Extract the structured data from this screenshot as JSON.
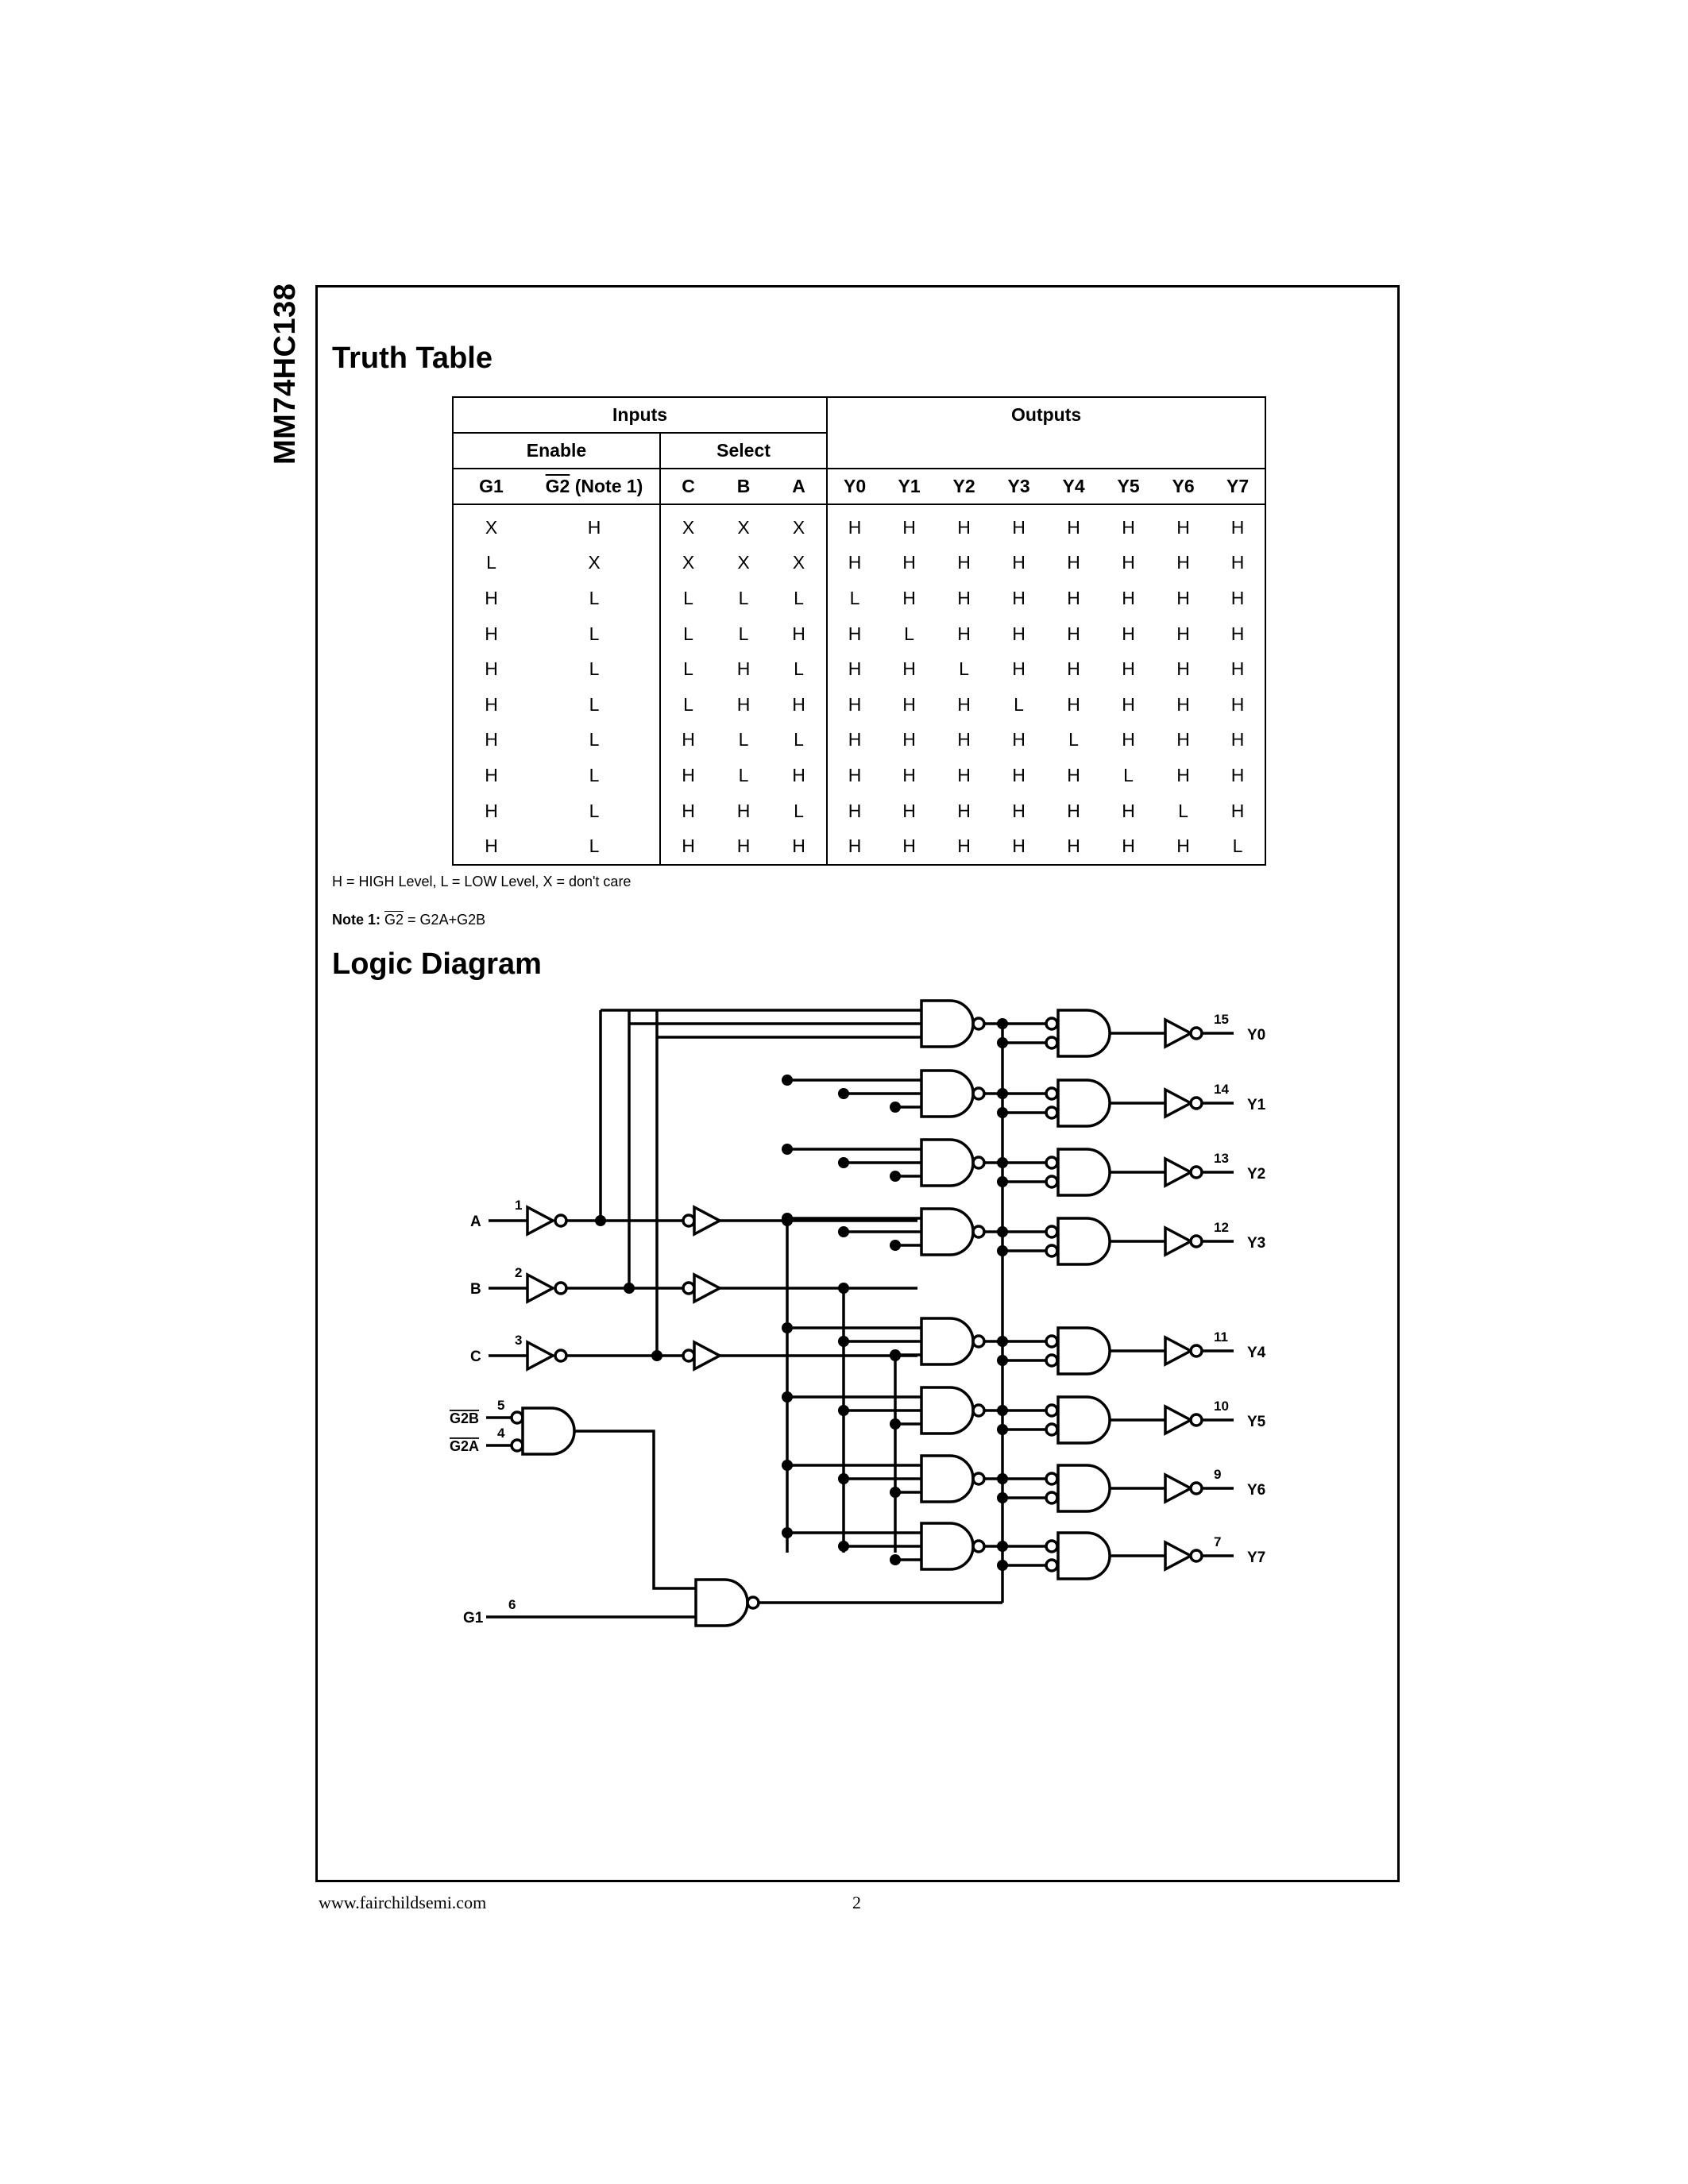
{
  "document": {
    "part_number": "MM74HC138",
    "footer_url": "www.fairchildsemi.com",
    "page_number": "2"
  },
  "truth_table": {
    "title": "Truth Table",
    "group_inputs": "Inputs",
    "group_outputs": "Outputs",
    "subgroup_enable": "Enable",
    "subgroup_select": "Select",
    "col_g1": "G1",
    "col_g2_main": "G2",
    "col_g2_suffix": " (Note 1)",
    "col_c": "C",
    "col_b": "B",
    "col_a": "A",
    "outputs": [
      "Y0",
      "Y1",
      "Y2",
      "Y3",
      "Y4",
      "Y5",
      "Y6",
      "Y7"
    ],
    "rows": [
      [
        "X",
        "H",
        "X",
        "X",
        "X",
        "H",
        "H",
        "H",
        "H",
        "H",
        "H",
        "H",
        "H"
      ],
      [
        "L",
        "X",
        "X",
        "X",
        "X",
        "H",
        "H",
        "H",
        "H",
        "H",
        "H",
        "H",
        "H"
      ],
      [
        "H",
        "L",
        "L",
        "L",
        "L",
        "L",
        "H",
        "H",
        "H",
        "H",
        "H",
        "H",
        "H"
      ],
      [
        "H",
        "L",
        "L",
        "L",
        "H",
        "H",
        "L",
        "H",
        "H",
        "H",
        "H",
        "H",
        "H"
      ],
      [
        "H",
        "L",
        "L",
        "H",
        "L",
        "H",
        "H",
        "L",
        "H",
        "H",
        "H",
        "H",
        "H"
      ],
      [
        "H",
        "L",
        "L",
        "H",
        "H",
        "H",
        "H",
        "H",
        "L",
        "H",
        "H",
        "H",
        "H"
      ],
      [
        "H",
        "L",
        "H",
        "L",
        "L",
        "H",
        "H",
        "H",
        "H",
        "L",
        "H",
        "H",
        "H"
      ],
      [
        "H",
        "L",
        "H",
        "L",
        "H",
        "H",
        "H",
        "H",
        "H",
        "H",
        "L",
        "H",
        "H"
      ],
      [
        "H",
        "L",
        "H",
        "H",
        "L",
        "H",
        "H",
        "H",
        "H",
        "H",
        "H",
        "L",
        "H"
      ],
      [
        "H",
        "L",
        "H",
        "H",
        "H",
        "H",
        "H",
        "H",
        "H",
        "H",
        "H",
        "H",
        "L"
      ]
    ],
    "legend": "H = HIGH Level, L = LOW Level, X = don't care",
    "note_label": "Note 1:",
    "note_g2": "G2",
    "note_text": " = G2A+G2B"
  },
  "logic_diagram": {
    "title": "Logic Diagram",
    "inputs": [
      {
        "name": "A",
        "pin": "1"
      },
      {
        "name": "B",
        "pin": "2"
      },
      {
        "name": "C",
        "pin": "3"
      }
    ],
    "enables": [
      {
        "name": "G2B",
        "pin": "5"
      },
      {
        "name": "G2A",
        "pin": "4"
      },
      {
        "name": "G1",
        "pin": "6"
      }
    ],
    "outputs": [
      {
        "name": "Y0",
        "pin": "15"
      },
      {
        "name": "Y1",
        "pin": "14"
      },
      {
        "name": "Y2",
        "pin": "13"
      },
      {
        "name": "Y3",
        "pin": "12"
      },
      {
        "name": "Y4",
        "pin": "11"
      },
      {
        "name": "Y5",
        "pin": "10"
      },
      {
        "name": "Y6",
        "pin": "9"
      },
      {
        "name": "Y7",
        "pin": "7"
      }
    ]
  }
}
